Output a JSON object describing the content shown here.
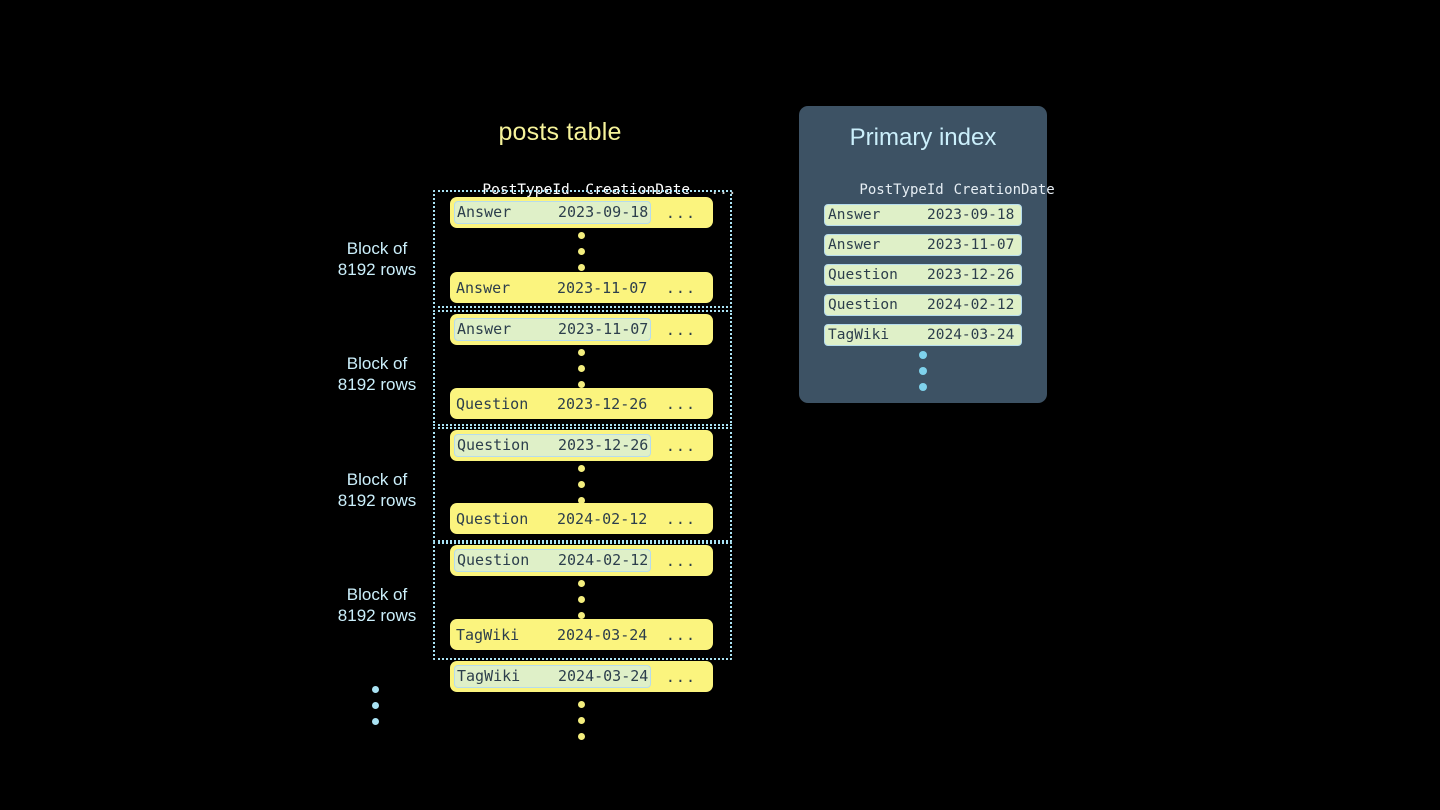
{
  "background": "#000000",
  "colors": {
    "row_yellow": "#fbf47e",
    "pill_green": "#dff0c8",
    "pill_border": "#b6dced",
    "accent_blue": "#cbeffb",
    "panel_slate": "#3d5264",
    "title_yellow": "#f6f39a",
    "text_dark": "#2c3e4c",
    "dot_yellow": "#f4ee7e",
    "dot_blue": "#a9e2f3"
  },
  "posts_table": {
    "title": "posts table",
    "columns": [
      "PostTypeId",
      "CreationDate",
      "..."
    ],
    "row_ellipsis": "...",
    "blocks": [
      {
        "label_line1": "Block of",
        "label_line2": "8192 rows",
        "first_row": {
          "post_type_id": "Answer",
          "creation_date": "2023-09-18",
          "highlighted": true
        },
        "last_row": {
          "post_type_id": "Answer",
          "creation_date": "2023-11-07",
          "highlighted": false
        }
      },
      {
        "label_line1": "Block of",
        "label_line2": "8192 rows",
        "first_row": {
          "post_type_id": "Answer",
          "creation_date": "2023-11-07",
          "highlighted": true
        },
        "last_row": {
          "post_type_id": "Question",
          "creation_date": "2023-12-26",
          "highlighted": false
        }
      },
      {
        "label_line1": "Block of",
        "label_line2": "8192 rows",
        "first_row": {
          "post_type_id": "Question",
          "creation_date": "2023-12-26",
          "highlighted": true
        },
        "last_row": {
          "post_type_id": "Question",
          "creation_date": "2024-02-12",
          "highlighted": false
        }
      },
      {
        "label_line1": "Block of",
        "label_line2": "8192 rows",
        "first_row": {
          "post_type_id": "Question",
          "creation_date": "2024-02-12",
          "highlighted": true
        },
        "last_row": {
          "post_type_id": "TagWiki",
          "creation_date": "2024-03-24",
          "highlighted": false
        }
      }
    ],
    "trailing_row": {
      "post_type_id": "TagWiki",
      "creation_date": "2024-03-24",
      "highlighted": true
    }
  },
  "primary_index": {
    "title": "Primary index",
    "columns": [
      "PostTypeId",
      "CreationDate"
    ],
    "entries": [
      {
        "post_type_id": "Answer",
        "creation_date": "2023-09-18"
      },
      {
        "post_type_id": "Answer",
        "creation_date": "2023-11-07"
      },
      {
        "post_type_id": "Question",
        "creation_date": "2023-12-26"
      },
      {
        "post_type_id": "Question",
        "creation_date": "2024-02-12"
      },
      {
        "post_type_id": "TagWiki",
        "creation_date": "2024-03-24"
      }
    ]
  }
}
